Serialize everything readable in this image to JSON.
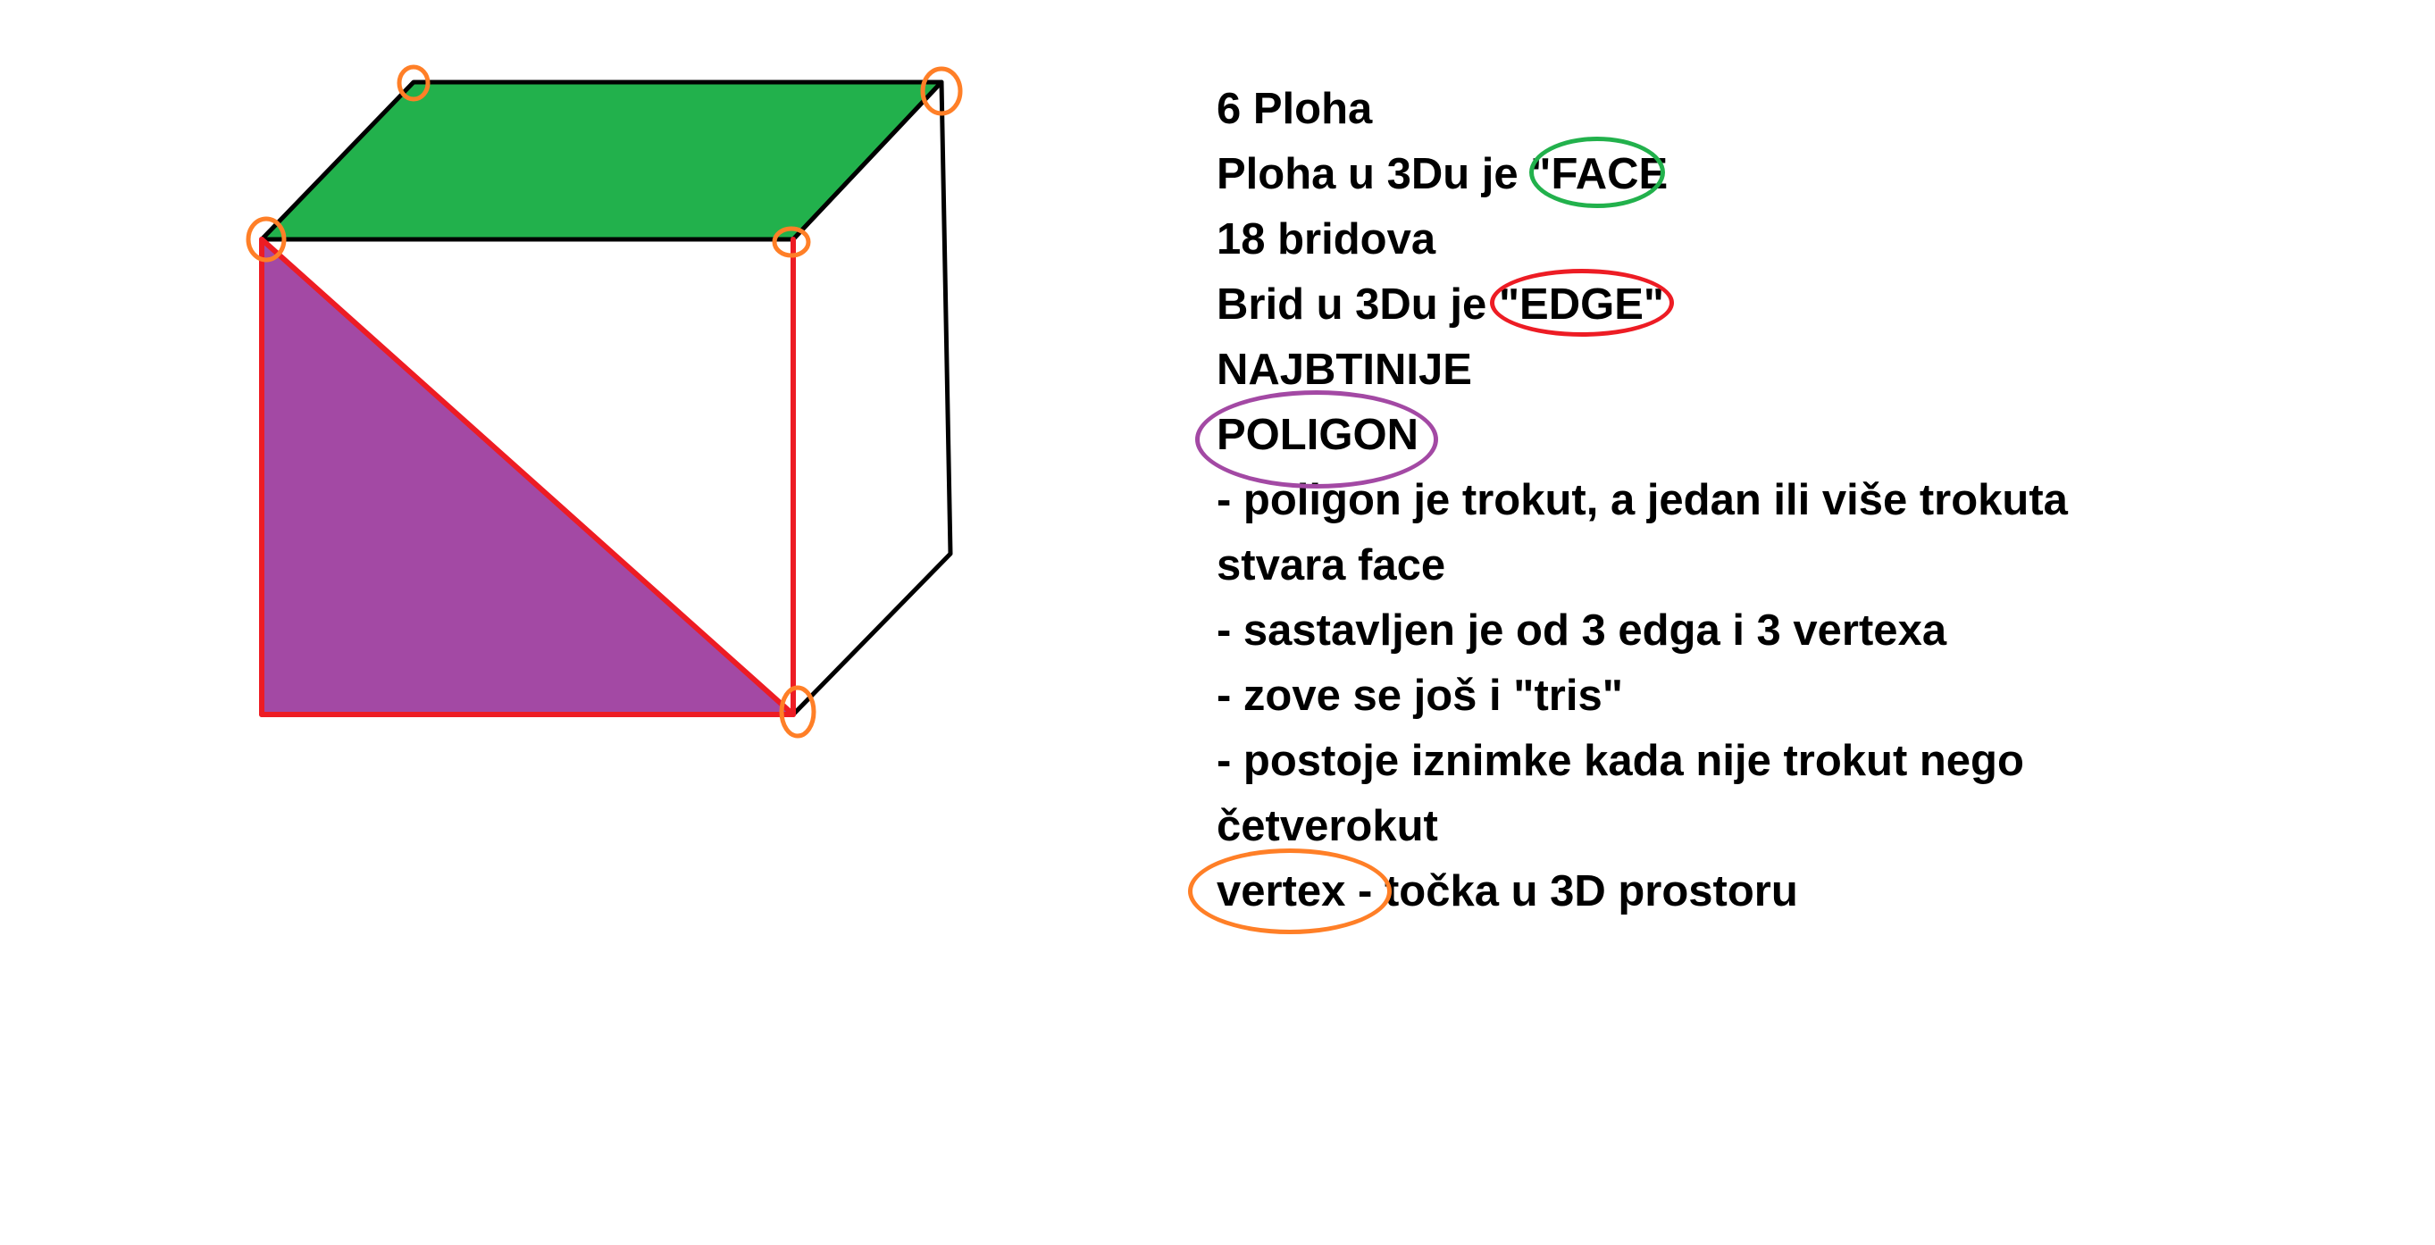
{
  "colors": {
    "face_fill": "#22b14c",
    "polygon_fill": "#a349a4",
    "edge_highlight": "#ed1c24",
    "vertex_highlight": "#ff7f27",
    "outline": "#000000",
    "face_ring": "#22b14c",
    "edge_ring": "#ed1c24",
    "poligon_ring": "#a349a4",
    "vertex_ring": "#ff7f27"
  },
  "notes": {
    "line1": "6 Ploha",
    "line2_prefix": "Ploha u 3Du je \"",
    "line2_term": "FACE",
    "line3": "18 bridova",
    "line4_prefix": "Brid u 3Du je ",
    "line4_term": "\"EDGE\"",
    "line5": "NAJBTINIJE",
    "line6_term": "POLIGON",
    "line7": "- poligon je trokut, a jedan ili više trokuta",
    "line8": "stvara face",
    "line9": "- sastavljen je od 3 edga i 3 vertexa",
    "line10": "- zove se još i \"tris\"",
    "line11": "- postoje iznimke kada nije trokut nego",
    "line12": "četverokut",
    "line13_term": "vertex",
    "line13_suffix": " - točka u 3D prostoru"
  }
}
